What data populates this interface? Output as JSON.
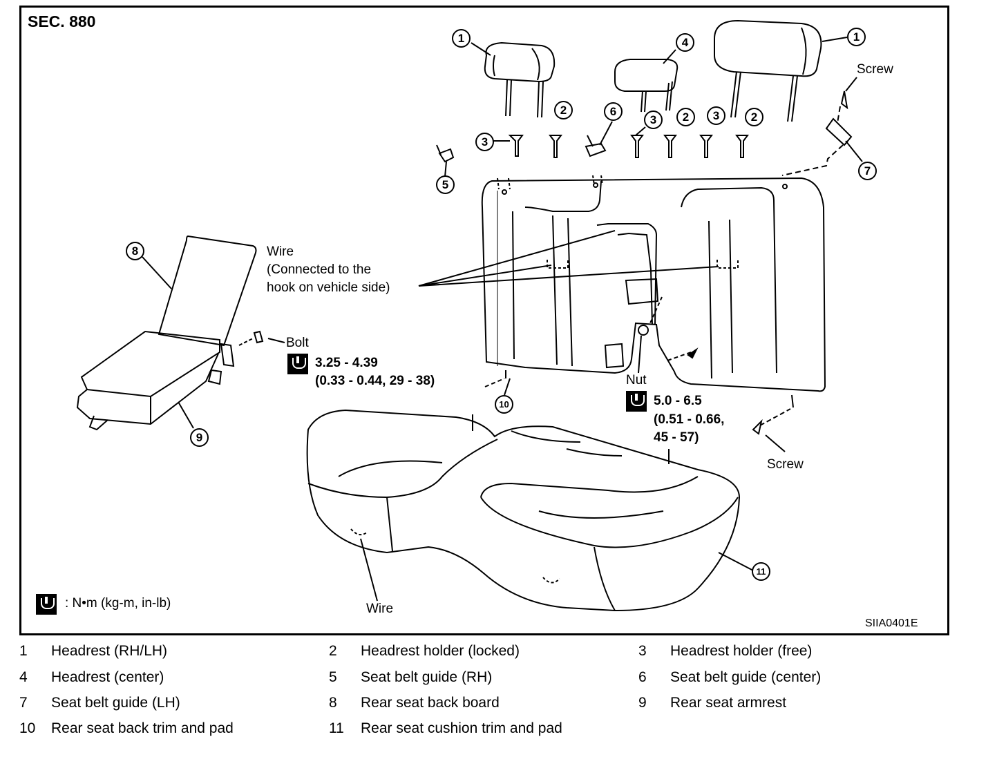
{
  "section": "SEC. 880",
  "code": "SIIA0401E",
  "unit_legend": ": N•m (kg-m, in-lb)",
  "icons": {
    "torque": "torque-wrench-icon"
  },
  "callouts": [
    "1",
    "1",
    "2",
    "2",
    "2",
    "3",
    "3",
    "3",
    "4",
    "5",
    "6",
    "7",
    "8",
    "9",
    "10",
    "11"
  ],
  "labels": {
    "screw_top": "Screw",
    "screw_bottom": "Screw",
    "wire_line1": "Wire",
    "wire_line2": "(Connected to the",
    "wire_line3": "hook on vehicle side)",
    "bolt": "Bolt",
    "bolt_torque": "3.25 - 4.39",
    "bolt_torque_alt": "(0.33 - 0.44, 29 - 38)",
    "nut": "Nut",
    "nut_torque": "5.0 - 6.5",
    "nut_torque_alt1": "(0.51 - 0.66,",
    "nut_torque_alt2": "45 - 57)",
    "wire_bottom": "Wire"
  },
  "legend": [
    {
      "num": "1",
      "text": "Headrest (RH/LH)"
    },
    {
      "num": "2",
      "text": "Headrest holder (locked)"
    },
    {
      "num": "3",
      "text": "Headrest holder (free)"
    },
    {
      "num": "4",
      "text": "Headrest (center)"
    },
    {
      "num": "5",
      "text": "Seat belt guide (RH)"
    },
    {
      "num": "6",
      "text": "Seat belt guide (center)"
    },
    {
      "num": "7",
      "text": "Seat belt guide (LH)"
    },
    {
      "num": "8",
      "text": "Rear seat back board"
    },
    {
      "num": "9",
      "text": "Rear seat armrest"
    },
    {
      "num": "10",
      "text": "Rear seat back trim and pad"
    },
    {
      "num": "11",
      "text": "Rear seat cushion trim and pad"
    }
  ]
}
